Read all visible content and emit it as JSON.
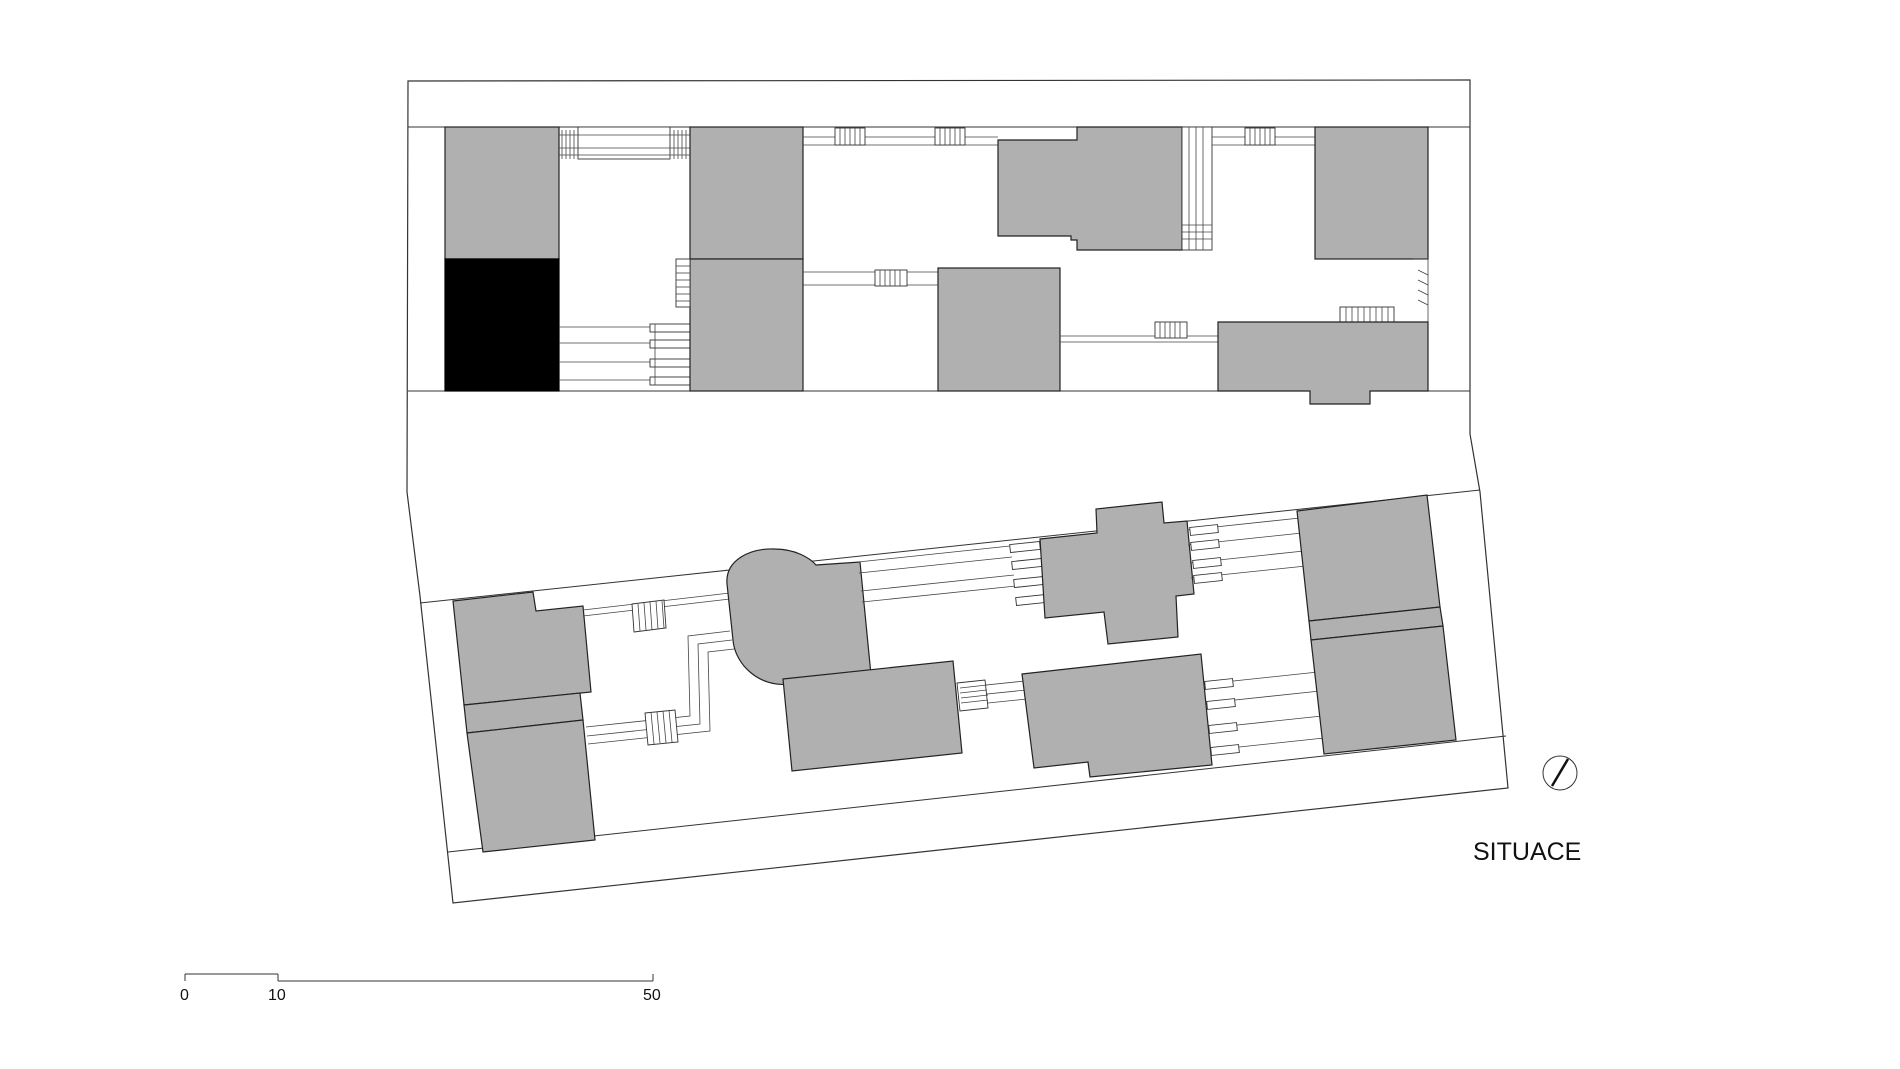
{
  "title": "SITUACE",
  "scale_bar": {
    "labels": [
      "0",
      "10",
      "50"
    ]
  },
  "north_arrow": {
    "icon": "north-arrow-icon"
  },
  "colors": {
    "building_fill": "#b0b0b0",
    "highlighted_building_fill": "#000000",
    "line": "#333333",
    "background": "#ffffff"
  }
}
